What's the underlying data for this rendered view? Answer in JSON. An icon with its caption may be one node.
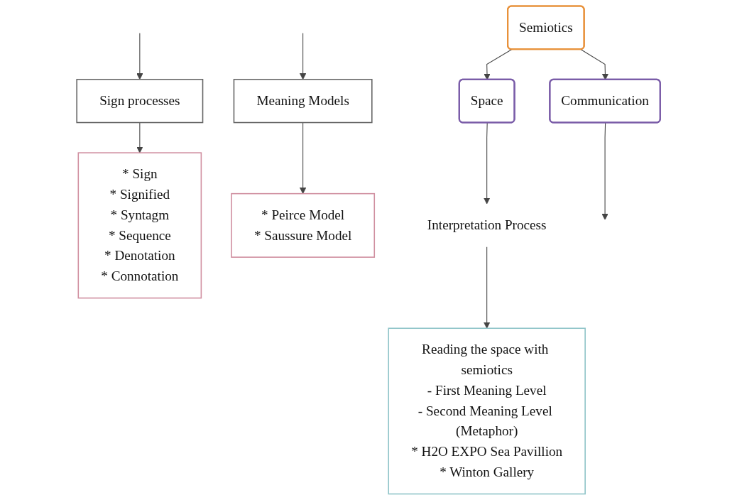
{
  "diagram": {
    "nodes": [
      {
        "text": [
          "Semiotics"
        ]
      },
      {
        "text": [
          "Communication"
        ]
      },
      {
        "text": [
          "Space"
        ]
      },
      {
        "text": [
          "Sign processes"
        ]
      },
      {
        "text": [
          "Meaning Models"
        ]
      },
      {
        "text": [
          "* Sign",
          "* Signified",
          "* Syntagm",
          "* Sequence",
          "* Denotation",
          "* Connotation"
        ]
      },
      {
        "text": [
          "* Peirce Model",
          "* Saussure Model"
        ]
      },
      {
        "text": [
          "Interpretation Process"
        ]
      },
      {
        "text": [
          "Reading the space with semiotics",
          "- First Meaning Level",
          "- Second Meaning Level (Metaphor)",
          "* H2O EXPO Sea Pavillion",
          "* Winton Gallery"
        ]
      }
    ],
    "edges": [
      {
        "from": 0,
        "to": 1,
        "arrow": "to"
      },
      {
        "from": 0,
        "to": 2,
        "arrow": "to"
      },
      {
        "from": 1,
        "to": null,
        "arrow": "to"
      },
      {
        "from": null,
        "to": 3,
        "arrow": "to"
      },
      {
        "from": null,
        "to": 4,
        "arrow": "to"
      },
      {
        "from": 3,
        "to": 5,
        "arrow": "to"
      },
      {
        "from": 4,
        "to": 6,
        "arrow": "to"
      },
      {
        "from": 2,
        "to": 7,
        "arrow": "to"
      },
      {
        "from": 7,
        "to": 8,
        "arrow": "to"
      }
    ]
  }
}
